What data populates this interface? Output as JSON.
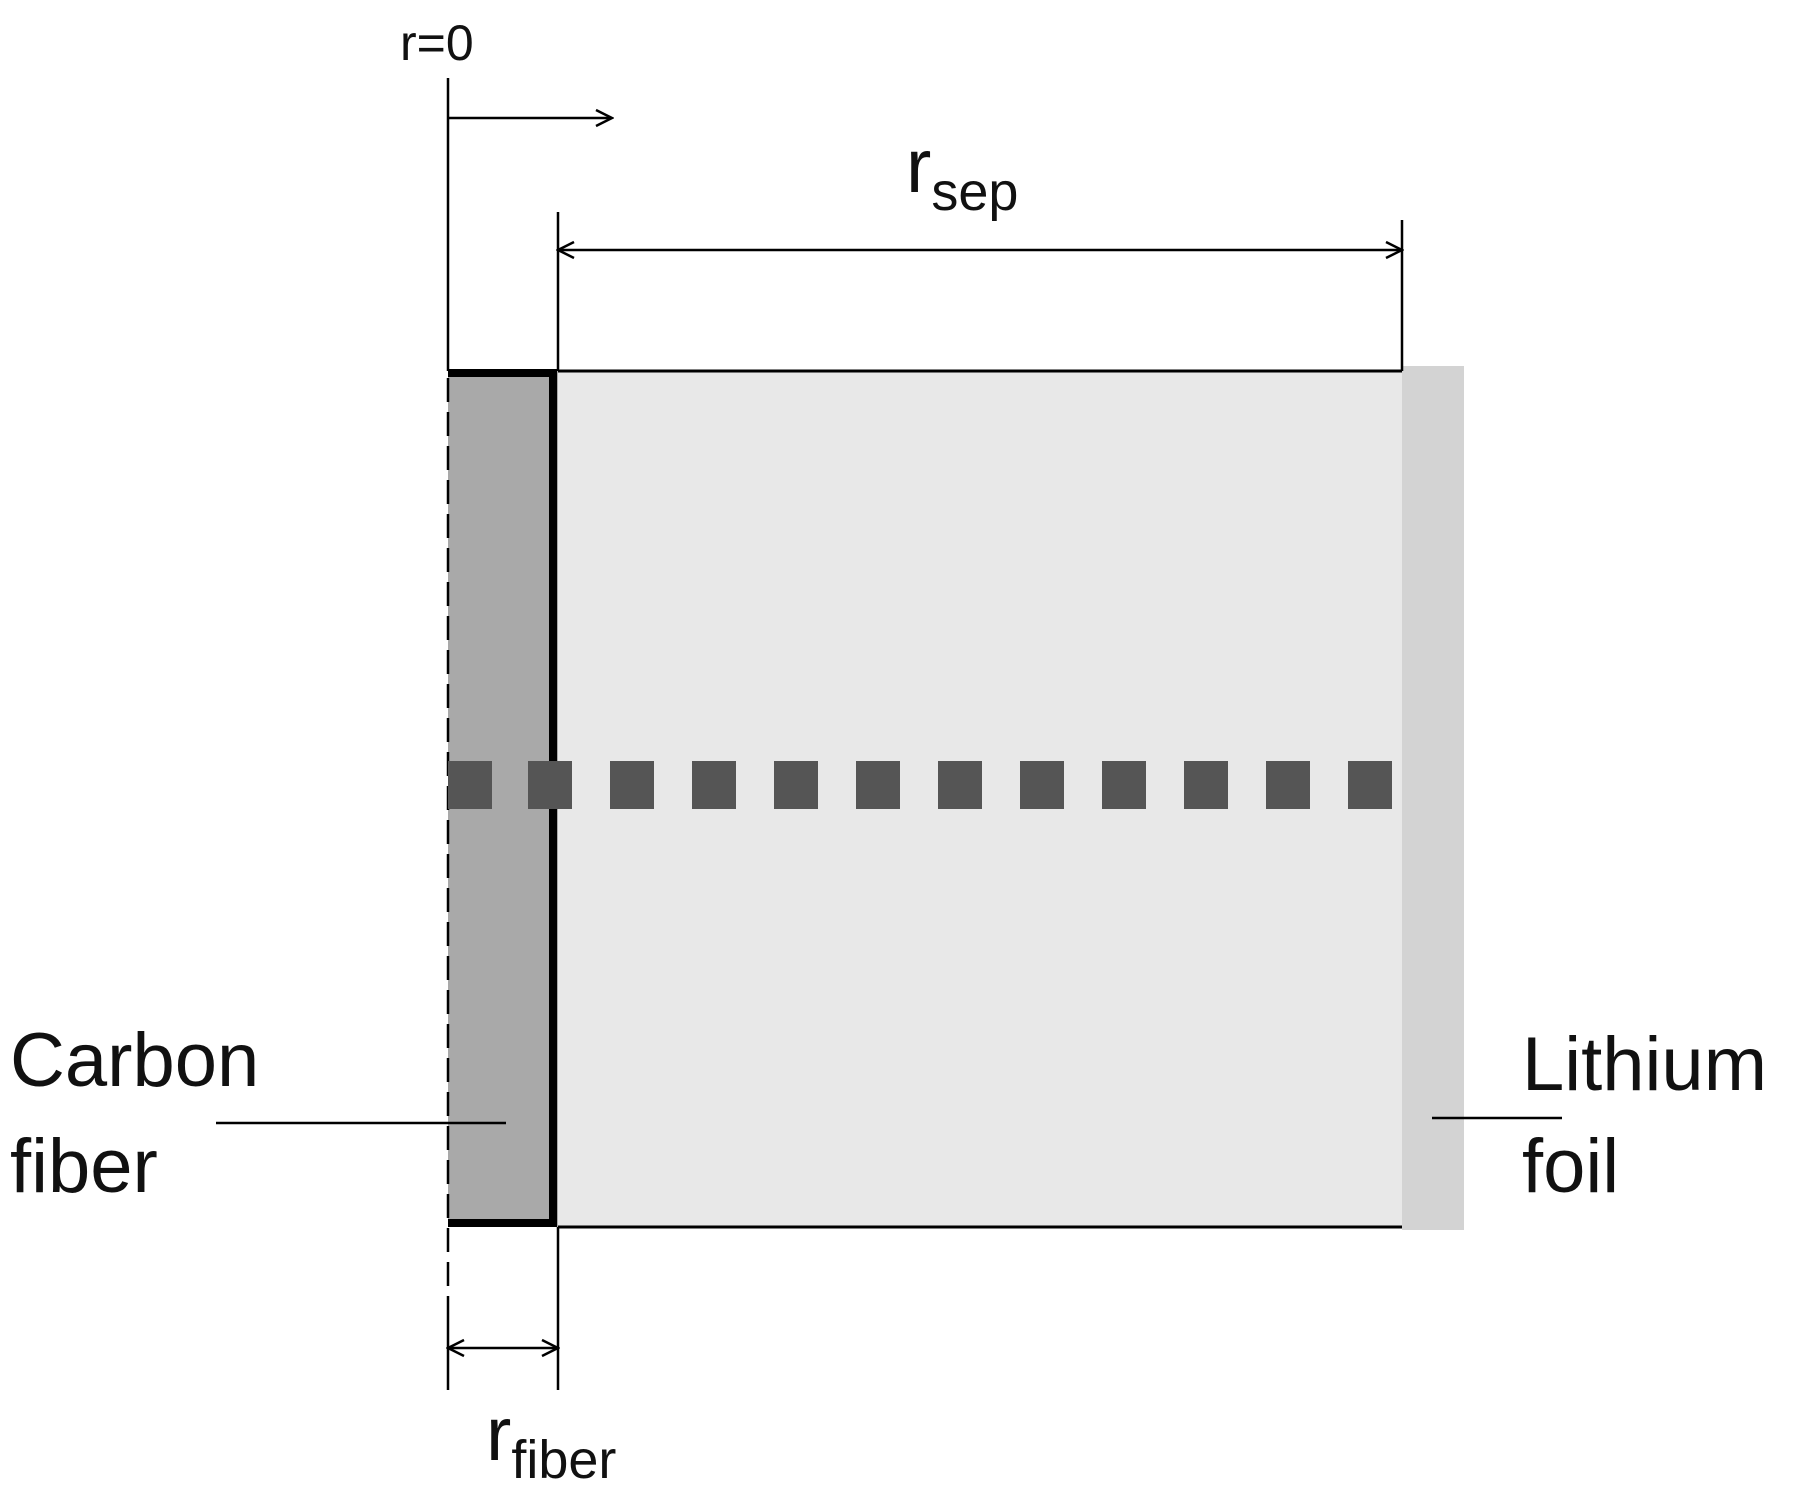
{
  "labels": {
    "origin": "r=0",
    "sep_symbol": "r",
    "sep_subscript": "sep",
    "fiber_symbol": "r",
    "fiber_subscript": "fiber",
    "carbon_line1": "Carbon",
    "carbon_line2": "fiber",
    "lithium_line1": "Lithium",
    "lithium_line2": "foil"
  },
  "colors": {
    "carbon_fiber": "#a9a9a9",
    "separator": "#e8e8e8",
    "lithium_foil": "#d3d3d3",
    "mesh_dots": "#555555",
    "lines": "#000000"
  }
}
